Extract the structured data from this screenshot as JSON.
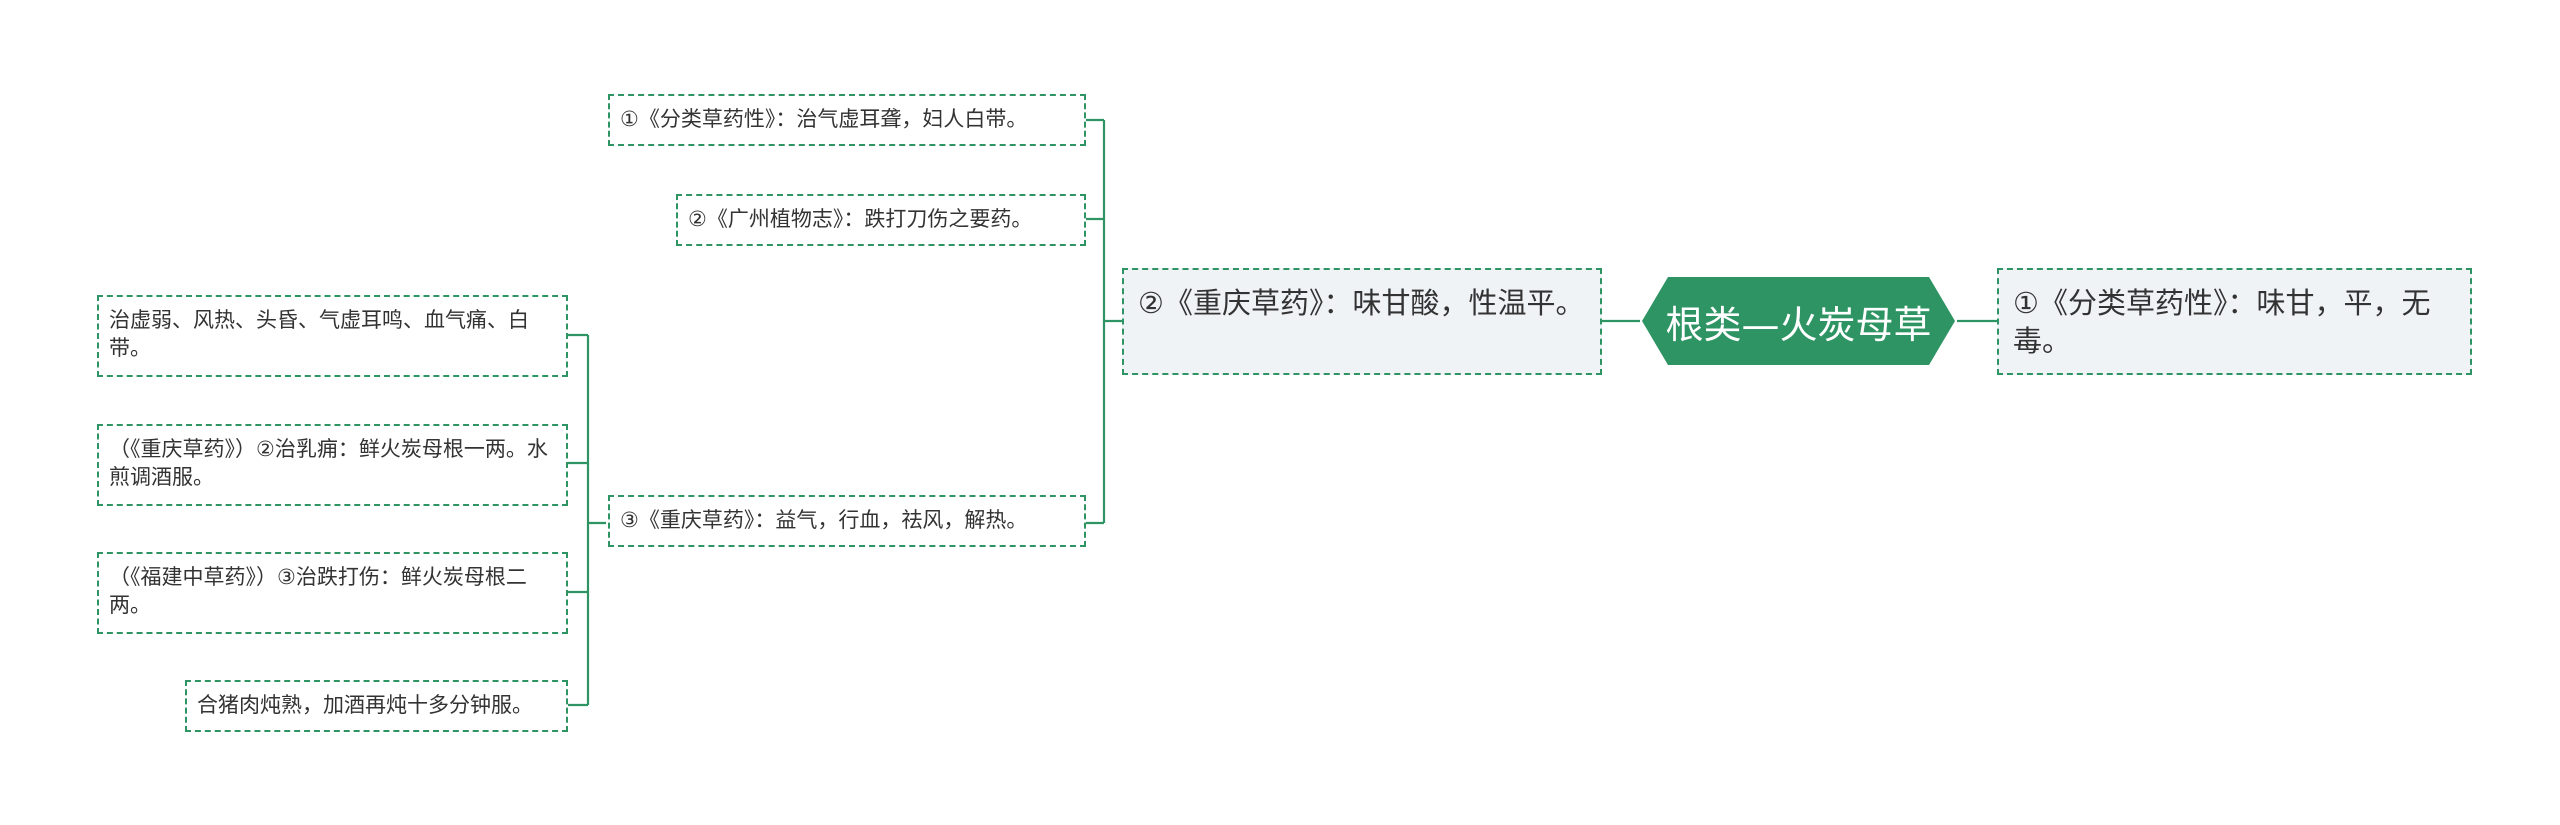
{
  "root": {
    "label": "根类—火炭母草"
  },
  "right": [
    {
      "label": "①《分类草药性》：味甘，平，无毒。"
    }
  ],
  "left": [
    {
      "label": "②《重庆草药》：味甘酸，性温平。",
      "children": [
        {
          "label": "①《分类草药性》：治气虚耳聋，妇人白带。",
          "children": []
        },
        {
          "label": "②《广州植物志》：跌打刀伤之要药。",
          "children": []
        },
        {
          "label": "③《重庆草药》：益气，行血，祛风，解热。",
          "children": [
            {
              "label": "治虚弱、风热、头昏、气虚耳鸣、血气痛、白带。"
            },
            {
              "label": "（《重庆草药》）②治乳痈：鲜火炭母根一两。水煎调酒服。"
            },
            {
              "label": "（《福建中草药》）③治跌打伤：鲜火炭母根二两。"
            },
            {
              "label": "合猪肉炖熟，加酒再炖十多分钟服。"
            }
          ]
        }
      ]
    }
  ],
  "colors": {
    "line": "#2e9464",
    "root_fill": "#2e9464",
    "level1_fill": "#eff3f6",
    "text": "#333333"
  }
}
